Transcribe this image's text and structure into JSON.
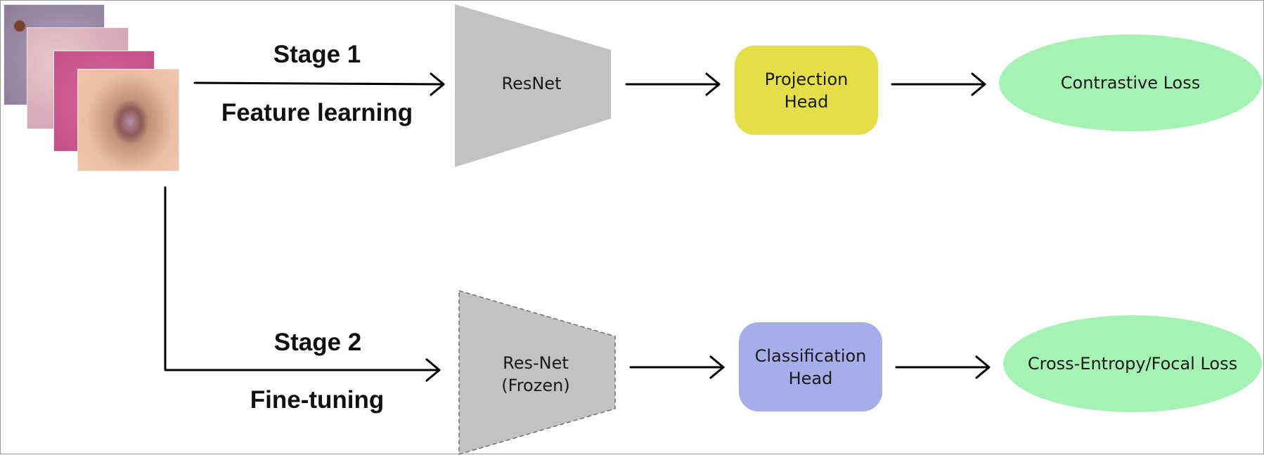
{
  "stage1": {
    "title": "Stage 1",
    "subtitle": "Feature learning"
  },
  "stage2": {
    "title": "Stage 2",
    "subtitle": "Fine-tuning"
  },
  "nodes": {
    "resnet": "ResNet",
    "resnet_frozen": "Res-Net\n(Frozen)",
    "projection_head": "Projection\nHead",
    "classification_head": "Classification\nHead",
    "contrastive_loss": "Contrastive Loss",
    "ce_focal_loss": "Cross-Entropy/Focal Loss"
  },
  "colors": {
    "encoder_fill": "#c2c2c2",
    "projection_head": "#e4df48",
    "classification_head": "#a6aeea",
    "loss_fill": "#a6f2b4",
    "arrow": "#000000"
  },
  "images": [
    "skin-lesion-image-1",
    "skin-lesion-image-2",
    "skin-lesion-image-3",
    "skin-lesion-image-4"
  ]
}
